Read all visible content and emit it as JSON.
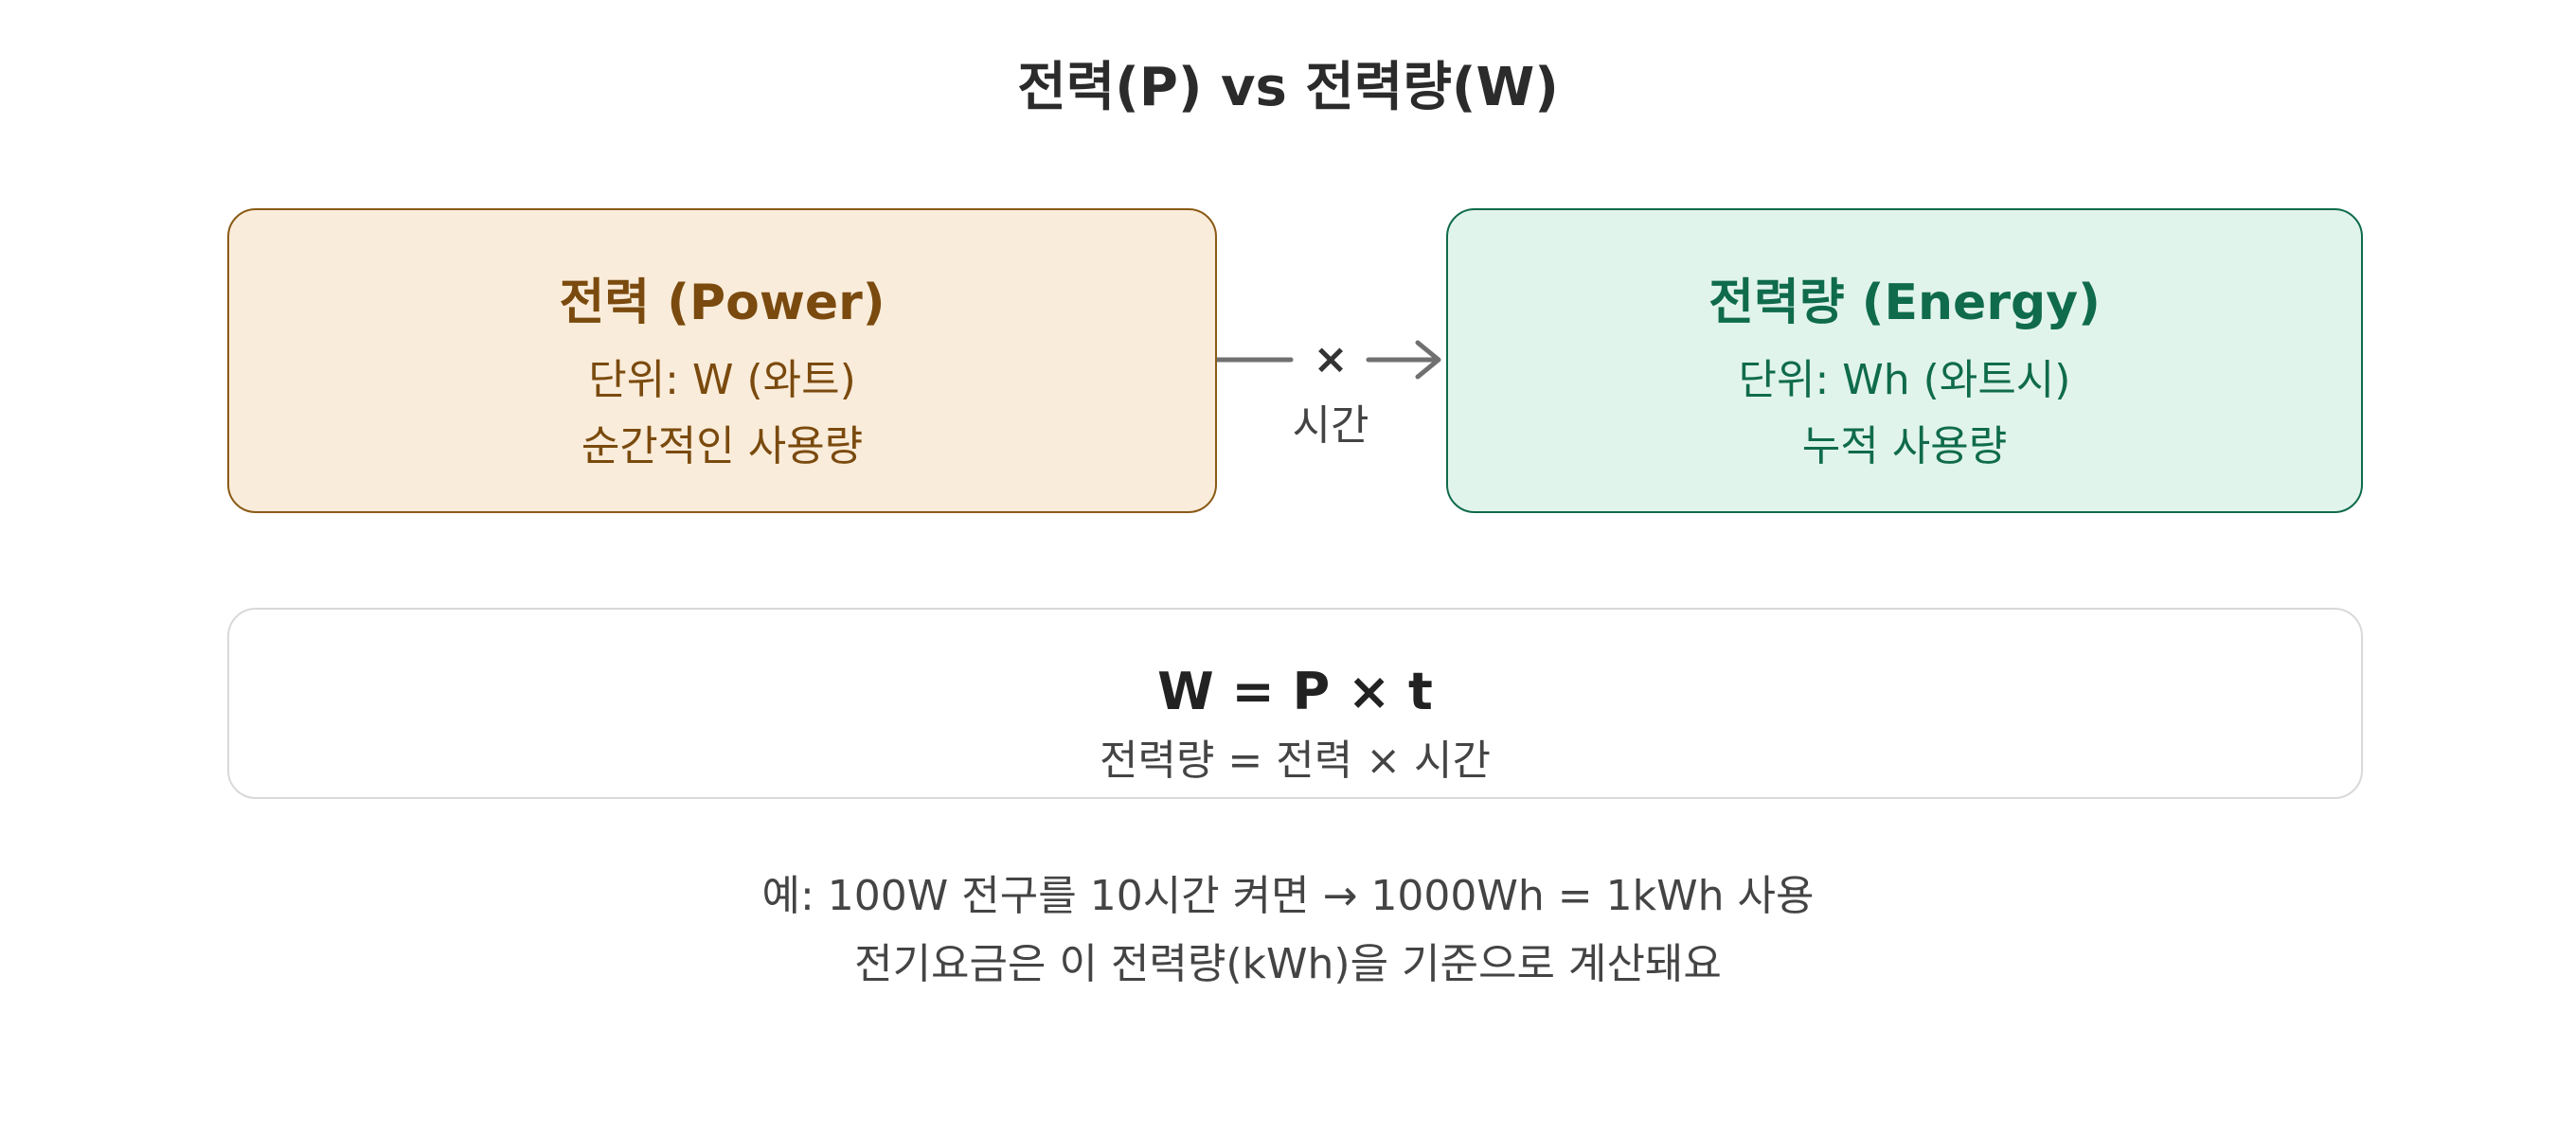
{
  "title": "전력(P) vs 전력량(W)",
  "power_card": {
    "title": "전력 (Power)",
    "unit": "단위: W (와트)",
    "description": "순간적인 사용량"
  },
  "arrow": {
    "symbol": "×",
    "label": "시간"
  },
  "energy_card": {
    "title": "전력량 (Energy)",
    "unit": "단위: Wh (와트시)",
    "description": "누적 사용량"
  },
  "formula": {
    "main": "W = P × t",
    "sub": "전력량 = 전력 × 시간"
  },
  "notes": [
    "예: 100W 전구를 10시간 켜면 → 1000Wh = 1kWh 사용",
    "전기요금은 이 전력량(kWh)을 기준으로 계산돼요"
  ],
  "colors": {
    "power_fill": "#faecda",
    "power_border": "#8a5a16",
    "power_text": "#7a4a0e",
    "energy_fill": "#e1f4ec",
    "energy_border": "#0f6b4c",
    "energy_text": "#0f6b4c",
    "arrow": "#707070"
  }
}
